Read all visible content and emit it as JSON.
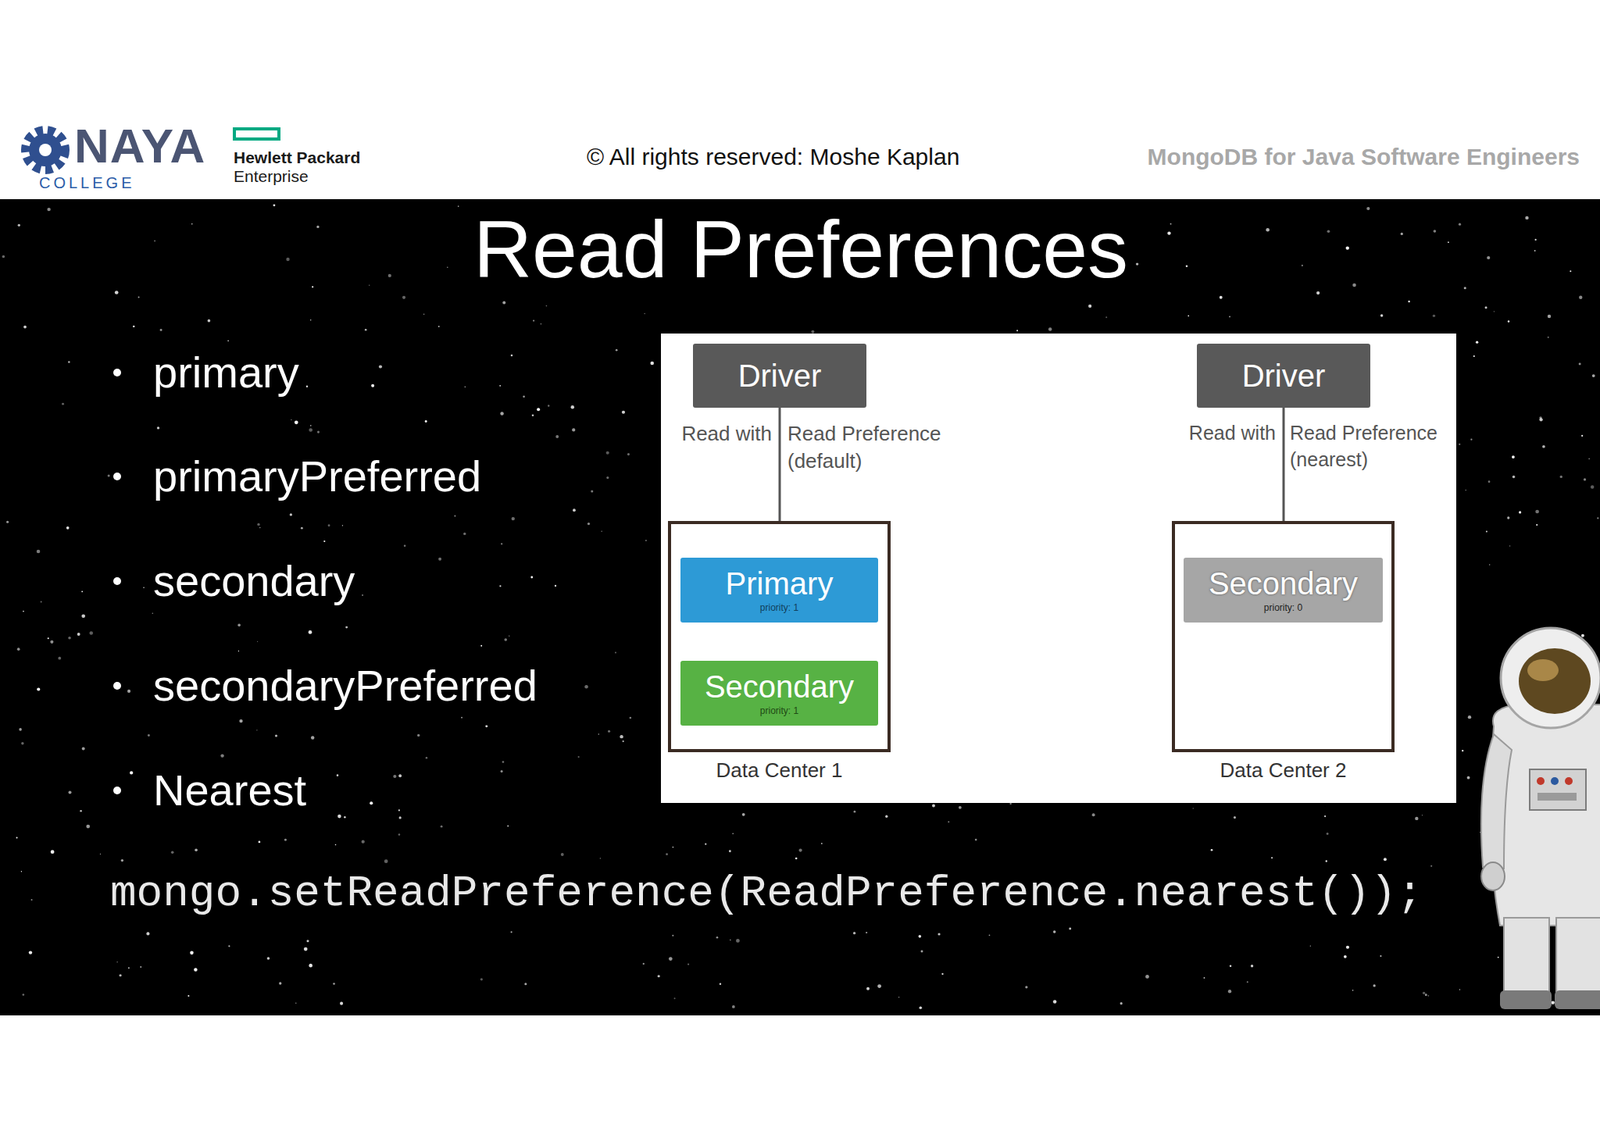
{
  "diagram": {
    "title": "Read Preferences",
    "nodes": [
      {
        "text": [
          "Driver"
        ]
      },
      {
        "text": [
          "Driver"
        ]
      },
      {
        "text": [
          "Data Center 1"
        ]
      },
      {
        "text": [
          "Primary",
          "priority: 1"
        ],
        "in": 2
      },
      {
        "text": [
          "Secondary",
          "priority: 1"
        ],
        "in": 2
      },
      {
        "text": [
          "Data Center 2"
        ]
      },
      {
        "text": [
          "Secondary",
          "priority: 0"
        ],
        "in": 5
      }
    ],
    "edges": [
      {
        "from": 0,
        "to": 3,
        "arrow": "to"
      },
      {
        "from": 1,
        "to": 6,
        "arrow": "to"
      }
    ],
    "labels": [
      "NAYA",
      "COLLEGE",
      "Hewlett Packard",
      "Enterprise",
      "© All rights reserved: Moshe Kaplan",
      "MongoDB for Java Software Engineers",
      "primary",
      "primaryPreferred",
      "secondary",
      "secondaryPreferred",
      "Nearest",
      "Read with",
      "Read Preference (default)",
      "Read with",
      "Read Preference (nearest)",
      "mongo.setReadPreference(ReadPreference.nearest());"
    ]
  }
}
